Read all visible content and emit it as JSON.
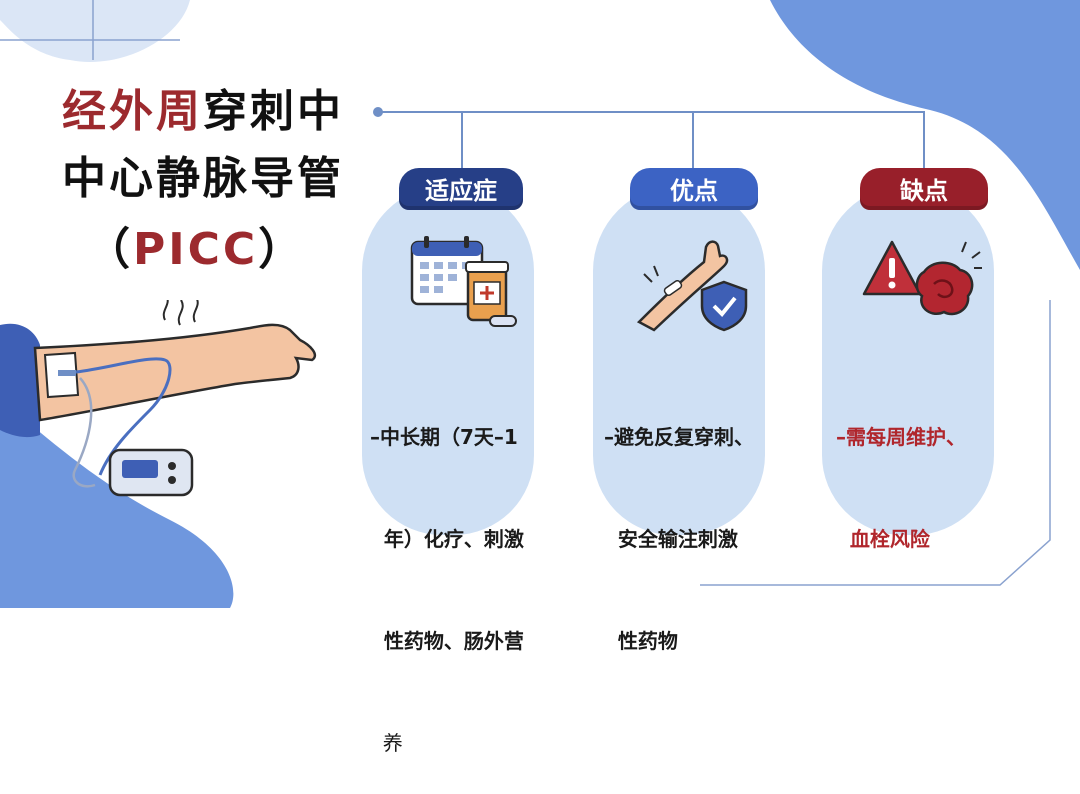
{
  "title": {
    "line1_red": "经外周",
    "line1_rest": "穿刺中",
    "line2": "中心静脉导管",
    "line3_open": "（",
    "line3_red": "PICC",
    "line3_close": "）"
  },
  "cards": [
    {
      "label": "适应症",
      "icon": "calendar-medicine-icon",
      "lines": [
        "–中长期（7天–1",
        "  年）化疗、刺激",
        "  性药物、肠外营",
        "  养"
      ],
      "color": "#263f87"
    },
    {
      "label": "优点",
      "icon": "arm-shield-icon",
      "lines": [
        "–避免反复穿刺、",
        "  安全输注刺激",
        "  性药物"
      ],
      "color": "#3c63c4"
    },
    {
      "label": "缺点",
      "icon": "warning-clot-icon",
      "lines": [
        "–需每周维护、",
        "  血栓风险"
      ],
      "color": "#981f2a"
    }
  ],
  "illustration": {
    "icon": "arm-picc-device-icon"
  },
  "colors": {
    "background_blob": "#6f97de",
    "card_fill": "#cfe0f4",
    "connector": "#6f8fc6",
    "title_accent": "#9c2a2e"
  }
}
